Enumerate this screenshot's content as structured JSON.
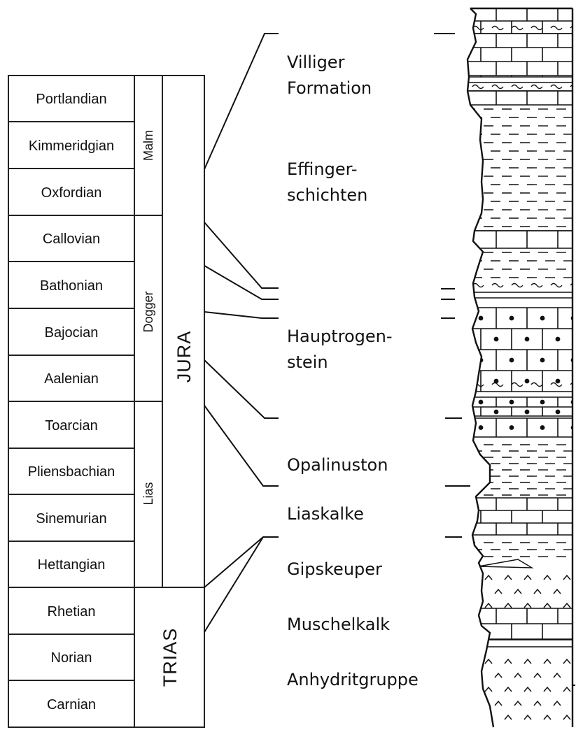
{
  "stages": [
    "Portlandian",
    "Kimmeridgian",
    "Oxfordian",
    "Callovian",
    "Bathonian",
    "Bajocian",
    "Aalenian",
    "Toarcian",
    "Pliensbachian",
    "Sinemurian",
    "Hettangian",
    "Rhetian",
    "Norian",
    "Carnian"
  ],
  "series": [
    "Malm",
    "Dogger",
    "Lias"
  ],
  "systems": [
    "JURA",
    "TRIAS"
  ],
  "formations": {
    "villiger_1": "Villiger",
    "villiger_2": "Formation",
    "effinger_1": "Effinger-",
    "effinger_2": "schichten",
    "haupt_1": "Hauptrogen-",
    "haupt_2": "stein",
    "opalinuston": "Opalinuston",
    "liaskalke": "Liaskalke",
    "gipskeuper": "Gipskeuper",
    "muschelkalk": "Muschelkalk",
    "anhydrit": "Anhydritgruppe"
  }
}
